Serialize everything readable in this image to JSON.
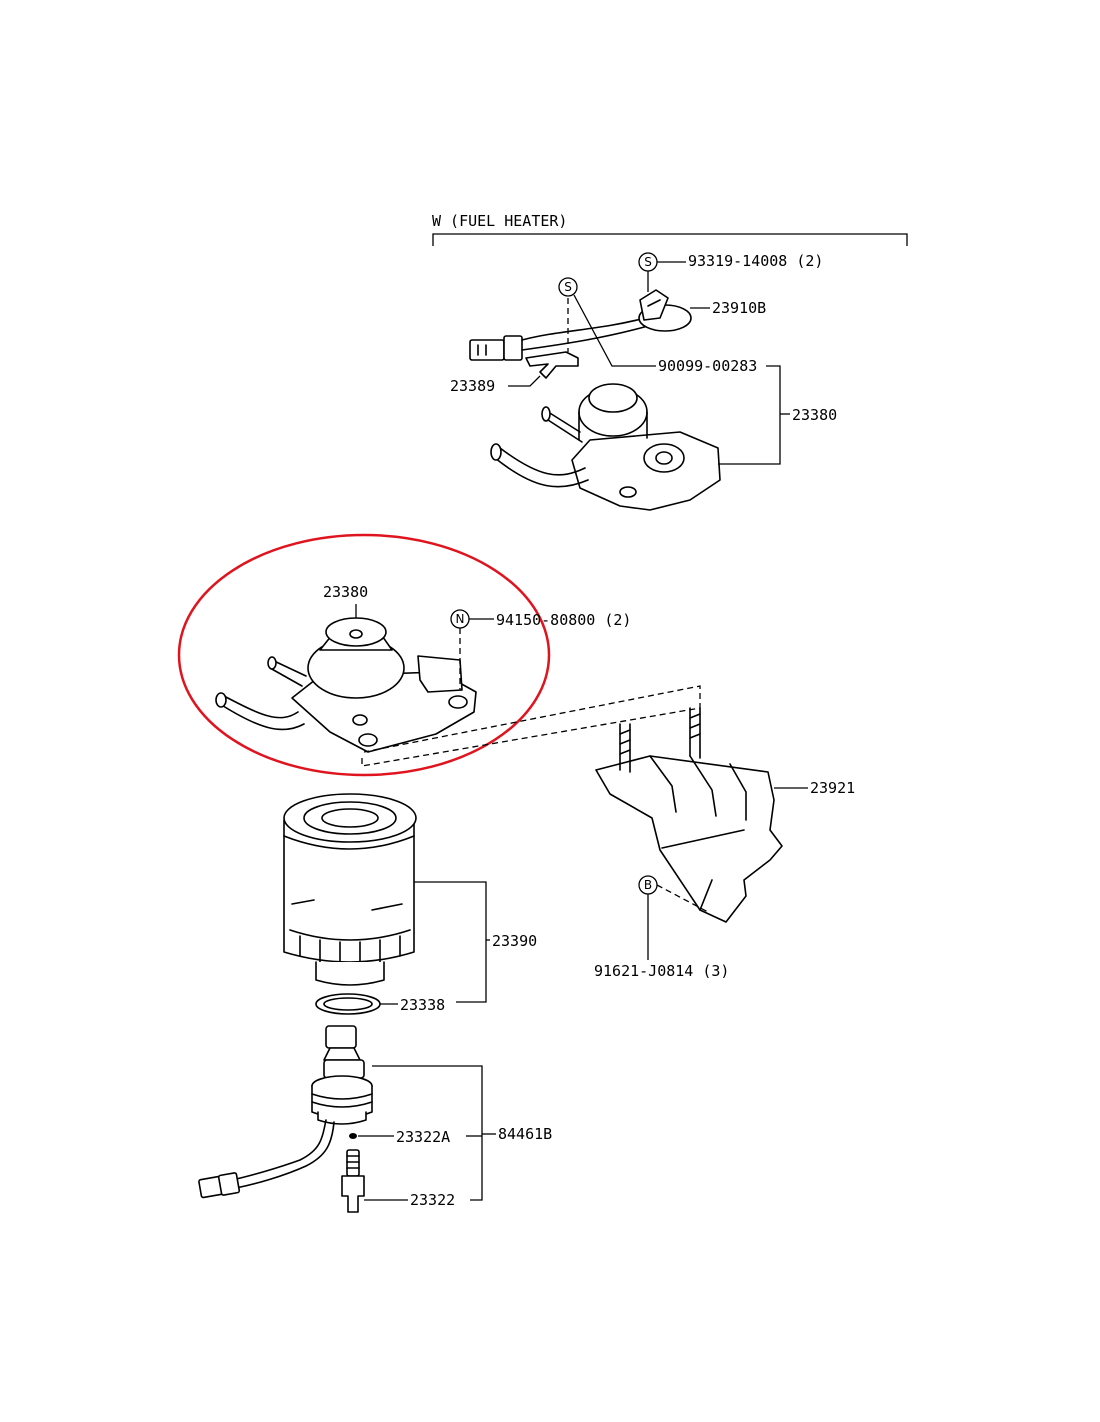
{
  "header": {
    "variant": "W (FUEL HEATER)"
  },
  "highlight_color": "#e0141e",
  "symbols": {
    "s": "S",
    "n": "N",
    "b": "B"
  },
  "parts": {
    "bolt_93319": "93319-14008 (2)",
    "sensor_23910B": "23910B",
    "clamp_90099": "90099-00283",
    "bracket_23389": "23389",
    "filter_head_upper": "23380",
    "filter_head_lower": "23380",
    "nut_94150": "94150-80800 (2)",
    "bracket_23921": "23921",
    "bolt_91621": "91621-J0814 (3)",
    "filter_23390": "23390",
    "gasket_23338": "23338",
    "sensor_84461B": "84461B",
    "oring_23322A": "23322A",
    "plug_23322": "23322"
  }
}
